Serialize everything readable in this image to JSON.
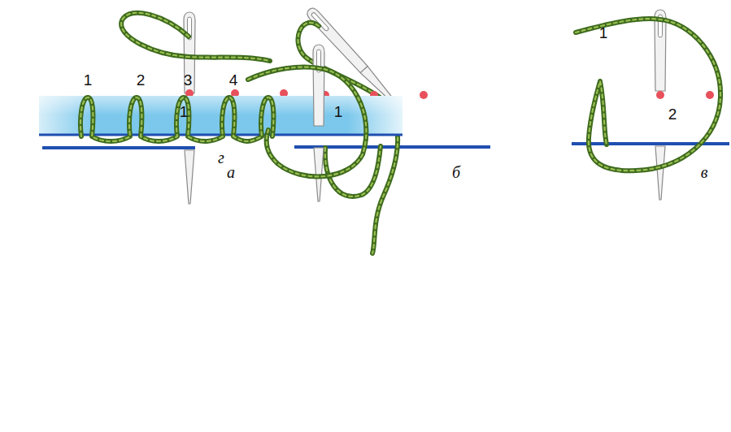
{
  "diagram": {
    "labels": [
      "1",
      "а",
      "1",
      "б",
      "1",
      "2",
      "в",
      "1",
      "2",
      "3",
      "4",
      "г"
    ]
  }
}
